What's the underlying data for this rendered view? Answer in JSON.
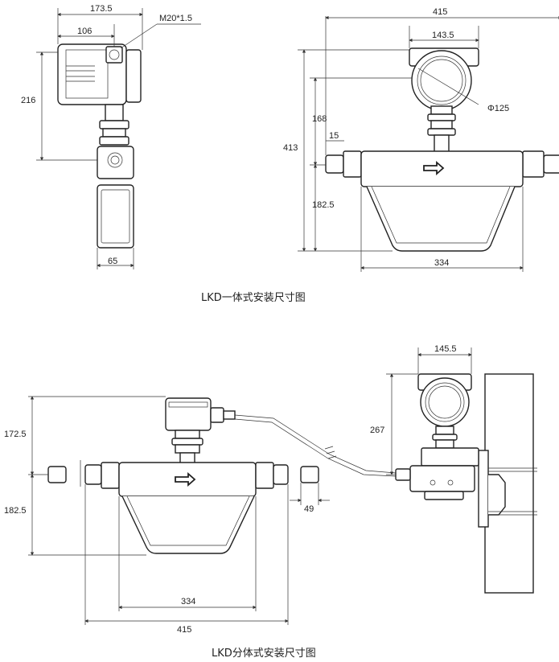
{
  "top": {
    "caption": "LKD一体式安装尺寸图",
    "left_view": {
      "dim_width_total": "173.5",
      "dim_width_inner": "106",
      "dim_height": "216",
      "dim_bottom_width": "65",
      "thread_label": "M20*1.5"
    },
    "right_view": {
      "dim_total_length": "415",
      "dim_head_width": "143.5",
      "dim_head_diameter": "Φ125",
      "dim_total_height": "413",
      "dim_upper_height": "168",
      "dim_pipe": "15",
      "dim_lower_height": "182.5",
      "dim_frame_width": "334"
    }
  },
  "bottom": {
    "caption": "LKD分体式安装尺寸图",
    "sensor": {
      "dim_upper_height": "172.5",
      "dim_lower_height": "182.5",
      "dim_flange": "49",
      "dim_frame_width": "334",
      "dim_total_length": "415"
    },
    "transmitter": {
      "dim_head_width": "145.5",
      "dim_height": "267"
    }
  }
}
